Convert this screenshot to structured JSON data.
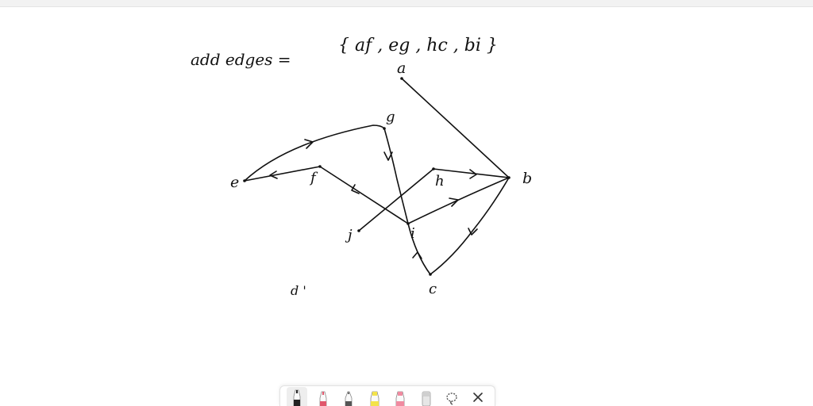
{
  "board": {
    "heading_prefix": "add edges =",
    "edge_set": "{ af , eg , hc , bi }",
    "colon_mark": "d '"
  },
  "graph": {
    "vertices": [
      {
        "id": "a",
        "label": "a"
      },
      {
        "id": "b",
        "label": "b"
      },
      {
        "id": "c",
        "label": "c"
      },
      {
        "id": "e",
        "label": "e"
      },
      {
        "id": "f",
        "label": "f"
      },
      {
        "id": "g",
        "label": "g"
      },
      {
        "id": "h",
        "label": "h"
      },
      {
        "id": "i",
        "label": "i"
      },
      {
        "id": "j",
        "label": "j"
      }
    ]
  },
  "toolbar": {
    "tools": [
      {
        "name": "pen-tool-icon",
        "color": "#222222",
        "active": true
      },
      {
        "name": "marker-tool-icon",
        "color": "#e0566b"
      },
      {
        "name": "pencil-tool-icon",
        "color": "#555555"
      },
      {
        "name": "highlighter-tool-icon",
        "color": "#f3e34a"
      },
      {
        "name": "pink-marker-tool-icon",
        "color": "#f08aa0"
      },
      {
        "name": "eraser-tool-icon",
        "color": "#cfcfcf"
      },
      {
        "name": "lasso-tool-icon",
        "color": "#555555"
      },
      {
        "name": "close-icon",
        "color": "#333333"
      }
    ]
  }
}
